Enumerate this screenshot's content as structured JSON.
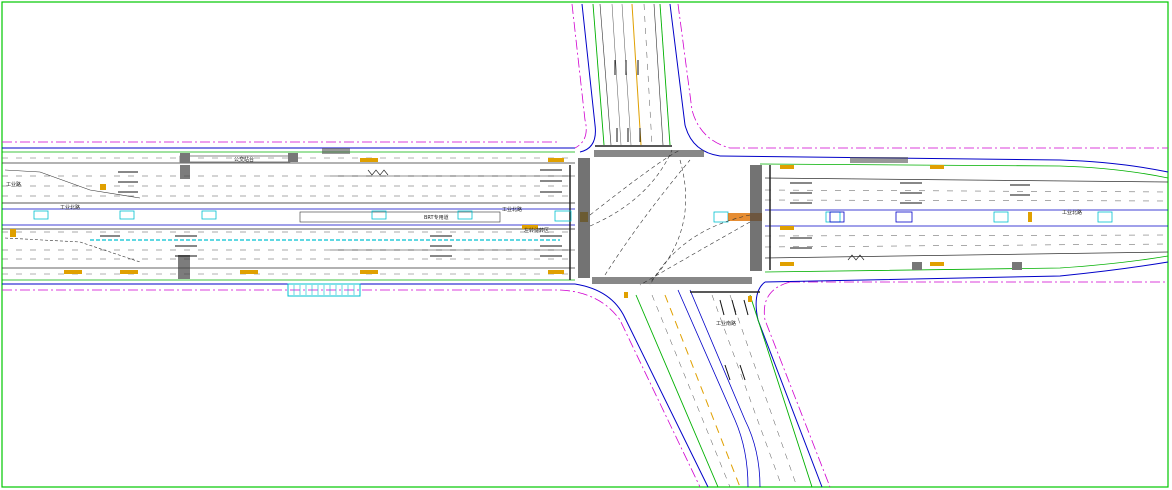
{
  "drawing": {
    "labels": {
      "west_road_upper": "工业北路",
      "west_road_left": "工业路",
      "west_median": "BRT专用道",
      "west_station": "公交站台",
      "west_bus_lane": "工业北路",
      "east_road": "工业北路",
      "south_road": "工业南路",
      "turn_left": "左转待转区"
    },
    "colors": {
      "frame": "#00c800",
      "curb": "#0000c8",
      "lane_line": "#303030",
      "median": "#00b000",
      "boundary": "#d000d0",
      "marking_yellow": "#e0a000",
      "crossing": "#444444",
      "cyan": "#00c0d0",
      "orange_box": "#e07000"
    }
  }
}
